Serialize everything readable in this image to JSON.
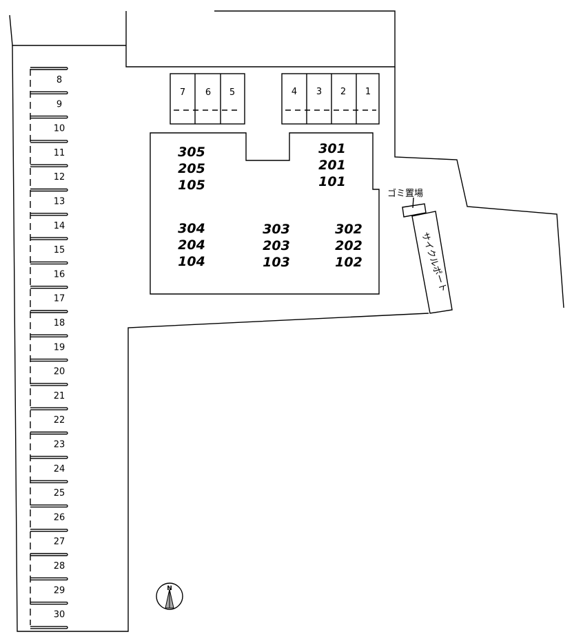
{
  "left_parking": [
    "8",
    "9",
    "10",
    "11",
    "12",
    "13",
    "14",
    "15",
    "16",
    "17",
    "18",
    "19",
    "20",
    "21",
    "22",
    "23",
    "24",
    "25",
    "26",
    "27",
    "28",
    "29",
    "30"
  ],
  "top_parking_left": [
    "7",
    "6",
    "5"
  ],
  "top_parking_right": [
    "4",
    "3",
    "2",
    "1"
  ],
  "building": {
    "col1_top": [
      "305",
      "205",
      "105"
    ],
    "col4_top": [
      "301",
      "201",
      "101"
    ],
    "col1_bottom": [
      "304",
      "204",
      "104"
    ],
    "col2_bottom": [
      "303",
      "203",
      "103"
    ],
    "col3_bottom": [
      "302",
      "202",
      "102"
    ]
  },
  "garbage_label": "ゴミ置場",
  "cycle_port_label": "サイクルポート",
  "compass_letter": "N"
}
